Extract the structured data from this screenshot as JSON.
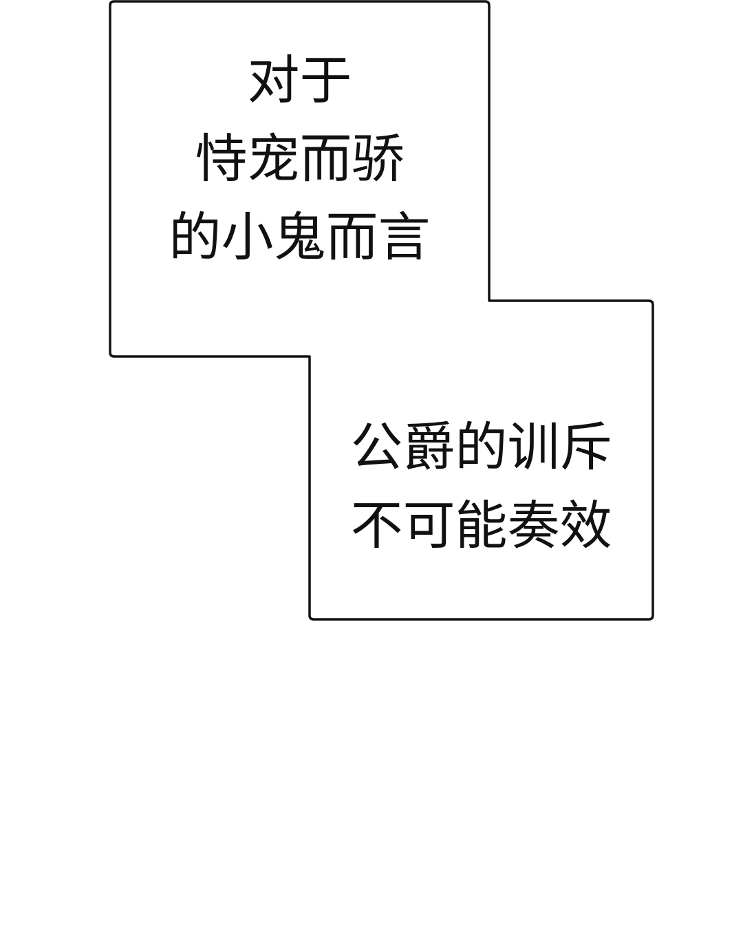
{
  "panel": {
    "bubble_top": {
      "lines": [
        "对于",
        "恃宠而骄",
        "的小鬼而言"
      ]
    },
    "bubble_bottom": {
      "lines": [
        "公爵的训斥",
        "不可能奏效"
      ]
    },
    "colors": {
      "stroke": "#111111",
      "background": "#ffffff"
    }
  }
}
